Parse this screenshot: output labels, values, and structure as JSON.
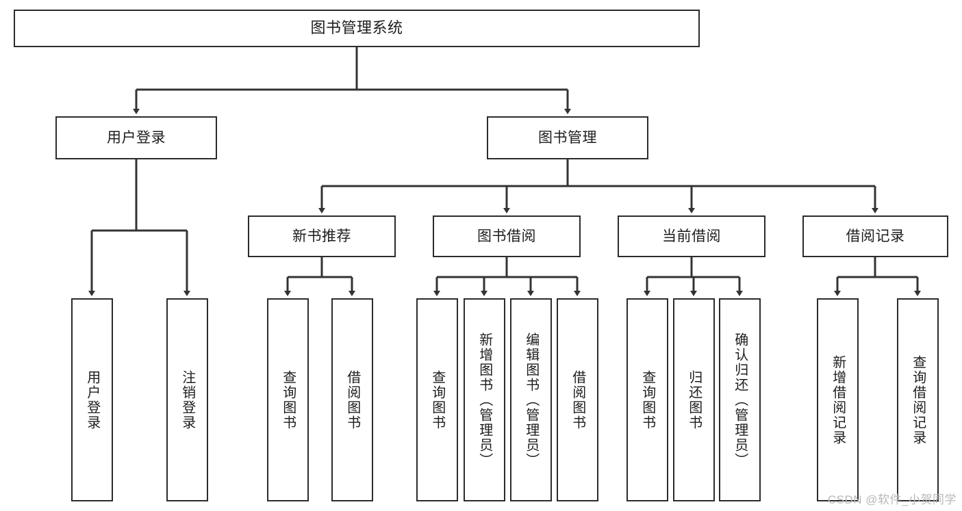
{
  "diagram": {
    "type": "tree-flowchart",
    "title": "图书管理系统",
    "orientation": "top-down",
    "root": {
      "label": "图书管理系统"
    },
    "level2": [
      {
        "label": "用户登录"
      },
      {
        "label": "图书管理"
      }
    ],
    "level3": [
      {
        "label": "新书推荐"
      },
      {
        "label": "图书借阅"
      },
      {
        "label": "当前借阅"
      },
      {
        "label": "借阅记录"
      }
    ],
    "leaves": {
      "user_login": [
        {
          "label": "用户登录"
        },
        {
          "label": "注销登录"
        }
      ],
      "new_book_recommend": [
        {
          "label": "查询图书"
        },
        {
          "label": "借阅图书"
        }
      ],
      "book_borrow": [
        {
          "label": "查询图书"
        },
        {
          "label": "新增图书（管理员）"
        },
        {
          "label": "编辑图书（管理员）"
        },
        {
          "label": "借阅图书"
        }
      ],
      "current_borrow": [
        {
          "label": "查询图书"
        },
        {
          "label": "归还图书"
        },
        {
          "label": "确认归还（管理员）"
        }
      ],
      "borrow_record": [
        {
          "label": "新增借阅记录"
        },
        {
          "label": "查询借阅记录"
        }
      ]
    },
    "watermark": "CSDN @软件_小贺同学",
    "colors": {
      "box_border": "#2b2b2b",
      "box_fill": "#ffffff",
      "connector": "#333333",
      "text": "#1d1d1d",
      "watermark": "#b8b8b8",
      "background": "#ffffff"
    }
  }
}
